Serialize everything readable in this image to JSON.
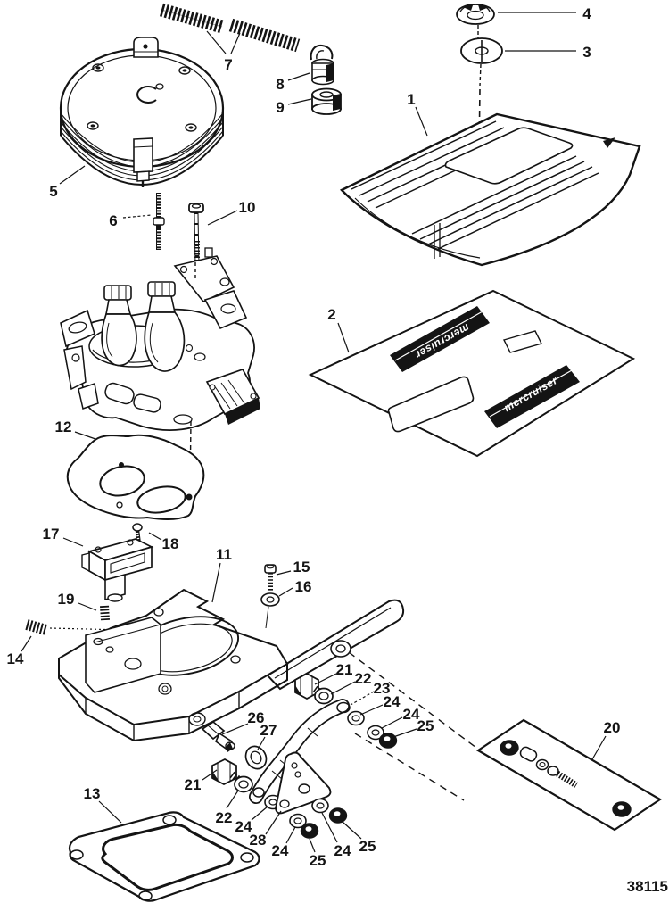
{
  "figure": {
    "drawing_number": "38115",
    "description_visible_text_only": true
  },
  "decal": {
    "top_text": "mercruiser",
    "bottom_text": "mercruiser"
  },
  "colors": {
    "ink": "#141414",
    "paper": "#ffffff"
  },
  "callouts": [
    {
      "label": "1"
    },
    {
      "label": "2"
    },
    {
      "label": "3"
    },
    {
      "label": "4"
    },
    {
      "label": "5"
    },
    {
      "label": "6"
    },
    {
      "label": "7"
    },
    {
      "label": "8"
    },
    {
      "label": "9"
    },
    {
      "label": "10"
    },
    {
      "label": "11"
    },
    {
      "label": "12"
    },
    {
      "label": "13"
    },
    {
      "label": "14"
    },
    {
      "label": "15"
    },
    {
      "label": "16"
    },
    {
      "label": "17"
    },
    {
      "label": "18"
    },
    {
      "label": "19"
    },
    {
      "label": "20"
    },
    {
      "label": "21"
    },
    {
      "label": "22"
    },
    {
      "label": "23"
    },
    {
      "label": "24"
    },
    {
      "label": "24"
    },
    {
      "label": "25"
    },
    {
      "label": "26"
    },
    {
      "label": "27"
    },
    {
      "label": "21"
    },
    {
      "label": "22"
    },
    {
      "label": "24"
    },
    {
      "label": "28"
    },
    {
      "label": "24"
    },
    {
      "label": "25"
    },
    {
      "label": "24"
    },
    {
      "label": "25"
    }
  ]
}
